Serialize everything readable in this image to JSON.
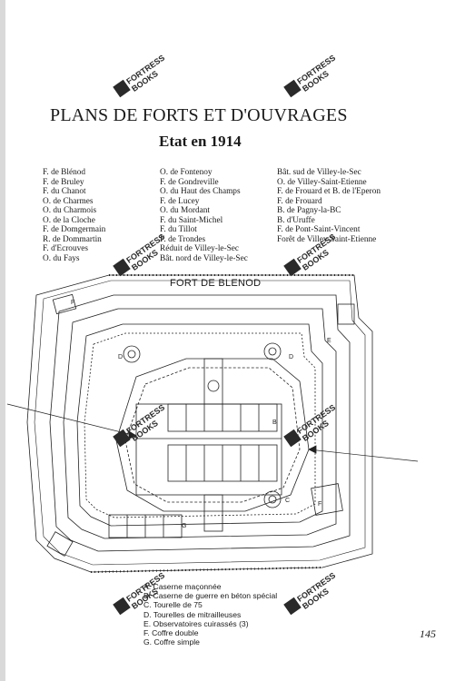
{
  "title": "PLANS DE FORTS ET D'OUVRAGES",
  "subtitle": "Etat en 1914",
  "forts": {
    "col1": [
      "F. de Blénod",
      "F. de Bruley",
      "F. du Chanot",
      "O. de Charmes",
      "O. du Charmois",
      "O. de la Cloche",
      "F. de Domgermain",
      "R. de Dommartin",
      "F. d'Ecrouves",
      "O. du Fays"
    ],
    "col2": [
      "O. de Fontenoy",
      "F. de Gondreville",
      "O. du Haut des Champs",
      "F. de Lucey",
      "O. du Mordant",
      "F. du Saint-Michel",
      "F. du Tillot",
      "F. de Trondes",
      "Réduit de Villey-le-Sec",
      "Bât. nord de Villey-le-Sec"
    ],
    "col3": [
      "Bât. sud de Villey-le-Sec",
      "O. de Villey-Saint-Etienne",
      "F. de Frouard et B. de l'Eperon",
      "F. de Frouard",
      "B. de Pagny-la-BC",
      "B. d'Uruffe",
      "F. de Pont-Saint-Vincent",
      "Forêt de Villey-Saint-Etienne"
    ]
  },
  "plan": {
    "title": "FORT DE BLENOD",
    "markers": [
      "F",
      "E",
      "D",
      "D",
      "B",
      "C",
      "G",
      "F"
    ]
  },
  "legend": [
    "A. Caserne maçonnée",
    "B. Caserne de guerre en béton spécial",
    "C. Tourelle de 75",
    "D. Tourelles de mitrailleuses",
    "E. Observatoires cuirassés (3)",
    "F. Coffre double",
    "G. Coffre simple"
  ],
  "watermark": {
    "line1": "FORTRESS",
    "line2": "BOOKS"
  },
  "page_number": "145"
}
